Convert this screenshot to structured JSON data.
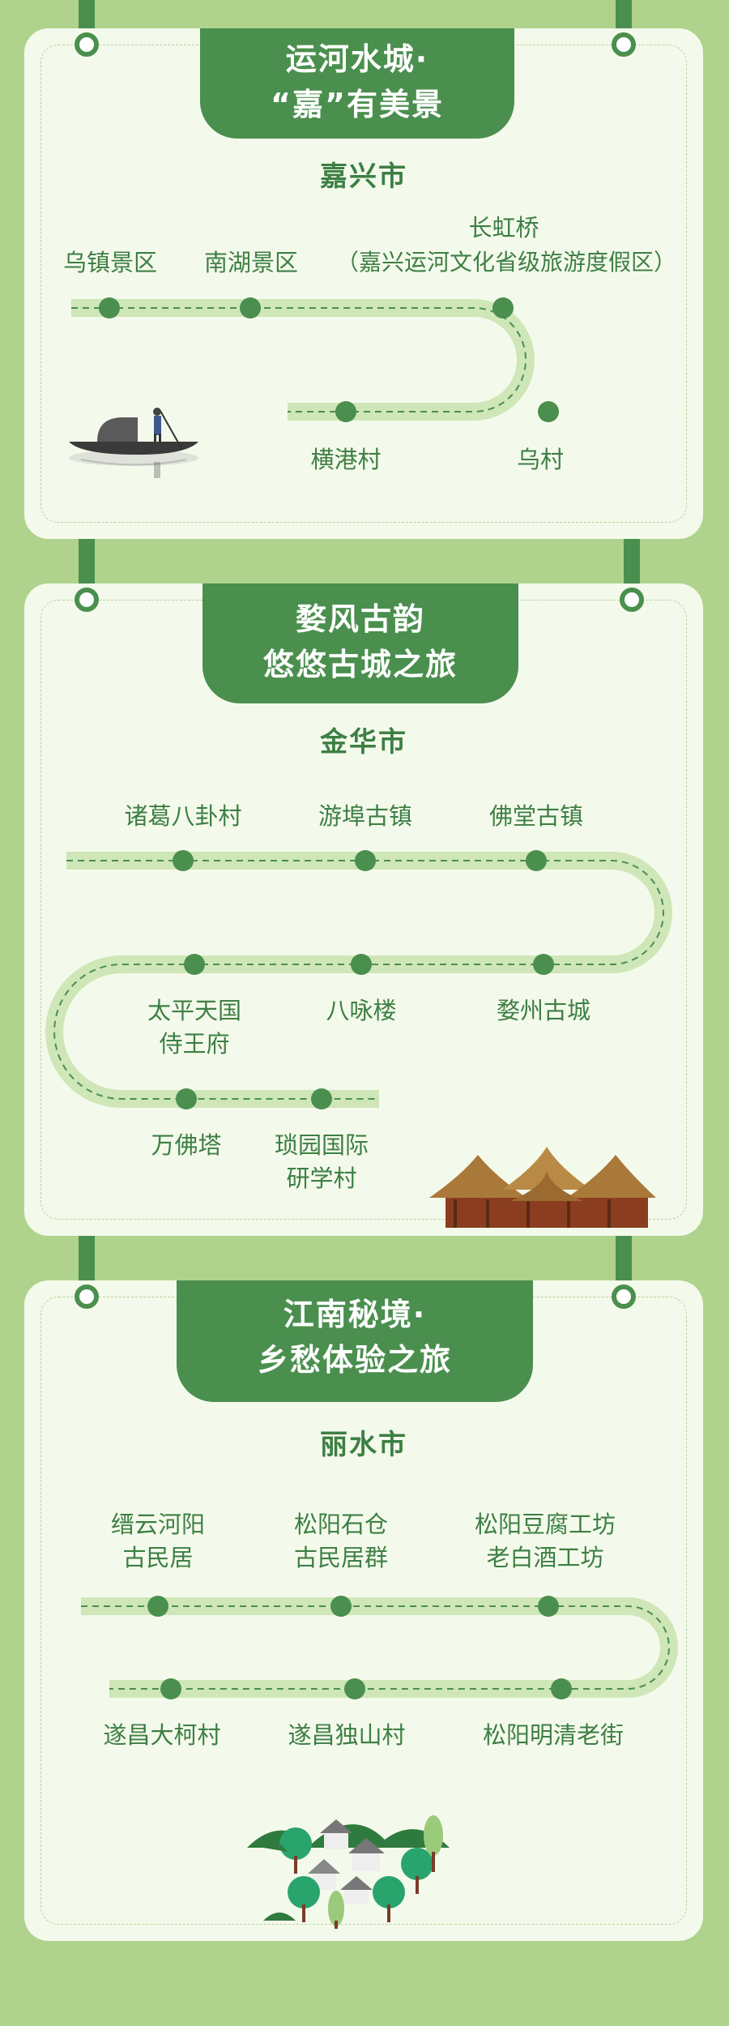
{
  "sections": [
    {
      "title_line1": "运河水城·",
      "title_line2": "“嘉”有美景",
      "city": "嘉兴市",
      "stops": [
        "乌镇景区",
        "南湖景区",
        "长虹桥",
        "（嘉兴运河文化省级旅游度假区）",
        "横港村",
        "乌村"
      ]
    },
    {
      "title_line1": "婺风古韵",
      "title_line2": "悠悠古城之旅",
      "city": "金华市",
      "stops": [
        "诸葛八卦村",
        "游埠古镇",
        "佛堂古镇",
        "太平天国",
        "侍王府",
        "八咏楼",
        "婺州古城",
        "万佛塔",
        "琐园国际",
        "研学村"
      ]
    },
    {
      "title_line1": "江南秘境·",
      "title_line2": "乡愁体验之旅",
      "city": "丽水市",
      "stops": [
        "缙云河阳",
        "古民居",
        "松阳石仓",
        "古民居群",
        "松阳豆腐工坊",
        "老白酒工坊",
        "遂昌大柯村",
        "遂昌独山村",
        "松阳明清老街"
      ]
    }
  ],
  "colors": {
    "primary": "#4a8f4e",
    "track": "#cfe6b8",
    "background": "#afd38d",
    "card": "#f4faeb"
  },
  "icons": [
    "boat-illustration",
    "pavilion-illustration",
    "village-illustration"
  ]
}
